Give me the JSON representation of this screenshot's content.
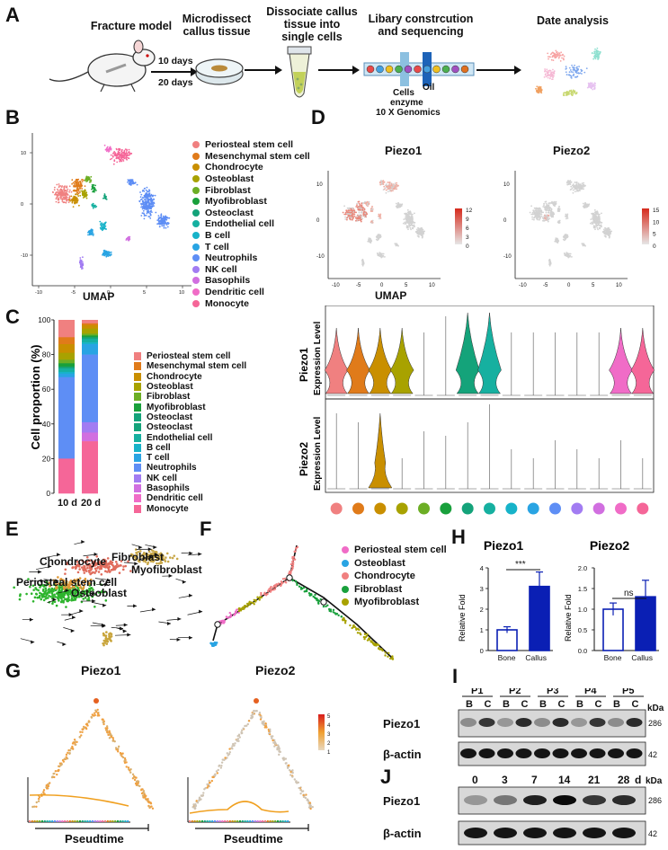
{
  "panels": {
    "A": "A",
    "B": "B",
    "C": "C",
    "D": "D",
    "E": "E",
    "F": "F",
    "G": "G",
    "H": "H",
    "I": "I",
    "J": "J"
  },
  "workflow": {
    "fracture_model": "Fracture model",
    "microdissect": "Microdissect\ncallus tissue",
    "dissociate": "Dissociate callus\ntissue into\nsingle cells",
    "library": "Libary constrcution\nand sequencing",
    "date_analysis": "Date analysis",
    "days_10": "10 days",
    "days_20": "20 days",
    "cells_label": "Cells",
    "oil_label": "Oil",
    "enzyme_label": "enzyme",
    "genomics_label": "10 X Genomics"
  },
  "cell_types": [
    {
      "name": "Periosteal stem cell",
      "color": "#f08080"
    },
    {
      "name": "Mesenchymal stem cell",
      "color": "#e07b1a"
    },
    {
      "name": "Chondrocyte",
      "color": "#c98f00"
    },
    {
      "name": "Osteoblast",
      "color": "#a8a200"
    },
    {
      "name": "Fibroblast",
      "color": "#6cae25"
    },
    {
      "name": "Myofibroblast",
      "color": "#19a03c"
    },
    {
      "name": "Osteoclast",
      "color": "#14a37a"
    },
    {
      "name": "Endothelial cell",
      "color": "#16b0a0"
    },
    {
      "name": "B cell",
      "color": "#17b3c9"
    },
    {
      "name": "T cell",
      "color": "#29a4e3"
    },
    {
      "name": "Neutrophils",
      "color": "#5e8ef5"
    },
    {
      "name": "NK cell",
      "color": "#a27cf2"
    },
    {
      "name": "Basophils",
      "color": "#d16fe0"
    },
    {
      "name": "Dendritic cell",
      "color": "#f06cc7"
    },
    {
      "name": "Monocyte",
      "color": "#f56698"
    }
  ],
  "legend_C": [
    "Periosteal stem cell",
    "Mesenchymal stem cell",
    "Chondrocyte",
    "Osteoblast",
    "Fibroblast",
    "Myofibroblast",
    "Osteoclast",
    "Osteoclast",
    "Endothelial cell",
    "B cell",
    "T cell",
    "Neutrophils",
    "NK cell",
    "Basophils",
    "Dendritic cell",
    "Monocyte"
  ],
  "umap_label": "UMAP",
  "umapB_ticks": {
    "x": [
      "-10",
      "-5",
      "0",
      "5",
      "10"
    ],
    "y": [
      "10",
      "0",
      "-10"
    ]
  },
  "umapD_ticks": {
    "x": [
      "-10",
      "-5",
      "0",
      "5",
      "10"
    ],
    "y": [
      "10",
      "0",
      "-10"
    ]
  },
  "geneD": {
    "piezo1": "Piezo1",
    "piezo2": "Piezo2",
    "scale1": [
      "12",
      "9",
      "6",
      "3",
      "0"
    ],
    "scale2": [
      "15",
      "10",
      "5",
      "0"
    ]
  },
  "violin": {
    "ylabel1": "Piezo1\nExpression Level",
    "ylabel2": "Piezo2\nExpression Level"
  },
  "chart_data": [
    {
      "type": "bar",
      "title": "",
      "ylabel": "Cell proportion (%)",
      "categories": [
        "10 d",
        "20 d"
      ],
      "ylim": [
        0,
        100
      ],
      "yticks": [
        "0",
        "20",
        "40",
        "60",
        "80",
        "100"
      ],
      "stacked": true
    },
    {
      "type": "bar",
      "title": "Piezo1",
      "ylabel": "Relative Fold",
      "categories": [
        "Bone",
        "Callus"
      ],
      "values": [
        1.0,
        3.1
      ],
      "errors": [
        0.15,
        0.7
      ],
      "ylim": [
        0,
        4
      ],
      "yticks": [
        "0",
        "1",
        "2",
        "3",
        "4"
      ],
      "significance": "***"
    },
    {
      "type": "bar",
      "title": "Piezo2",
      "ylabel": "Relative Fold",
      "categories": [
        "Bone",
        "Callus"
      ],
      "values": [
        1.0,
        1.3
      ],
      "errors": [
        0.15,
        0.4
      ],
      "ylim": [
        0,
        2.0
      ],
      "yticks": [
        "0.0",
        "0.5",
        "1.0",
        "1.5",
        "2.0"
      ],
      "significance": "ns"
    }
  ],
  "trajectory_F": [
    "Periosteal stem cell",
    "Osteoblast",
    "Chondrocyte",
    "Fibroblast",
    "Myofibroblast"
  ],
  "velocity_E": {
    "chondrocyte": "Chondrocyte",
    "fibroblast": "Fibroblast",
    "myofibroblast": "Myofibroblast",
    "periosteal": "Periosteal stem cell",
    "osteoblast": "Osteoblast"
  },
  "pseudotime": {
    "label": "Pseudtime",
    "piezo1": "Piezo1",
    "piezo2": "Piezo2",
    "scale": [
      "5",
      "4",
      "3",
      "2",
      "1"
    ]
  },
  "blotI": {
    "groups": [
      "P1",
      "P2",
      "P3",
      "P4",
      "P5"
    ],
    "lanes": [
      "B",
      "C",
      "B",
      "C",
      "B",
      "C",
      "B",
      "C",
      "B",
      "C"
    ],
    "rows": [
      "Piezo1",
      "β-actin"
    ],
    "kda": "kDa",
    "sizes": [
      "286",
      "42"
    ]
  },
  "blotJ": {
    "days": [
      "0",
      "3",
      "7",
      "14",
      "21",
      "28"
    ],
    "unit": "d",
    "rows": [
      "Piezo1",
      "β-actin"
    ],
    "kda": "kDa",
    "sizes": [
      "286",
      "42"
    ]
  }
}
